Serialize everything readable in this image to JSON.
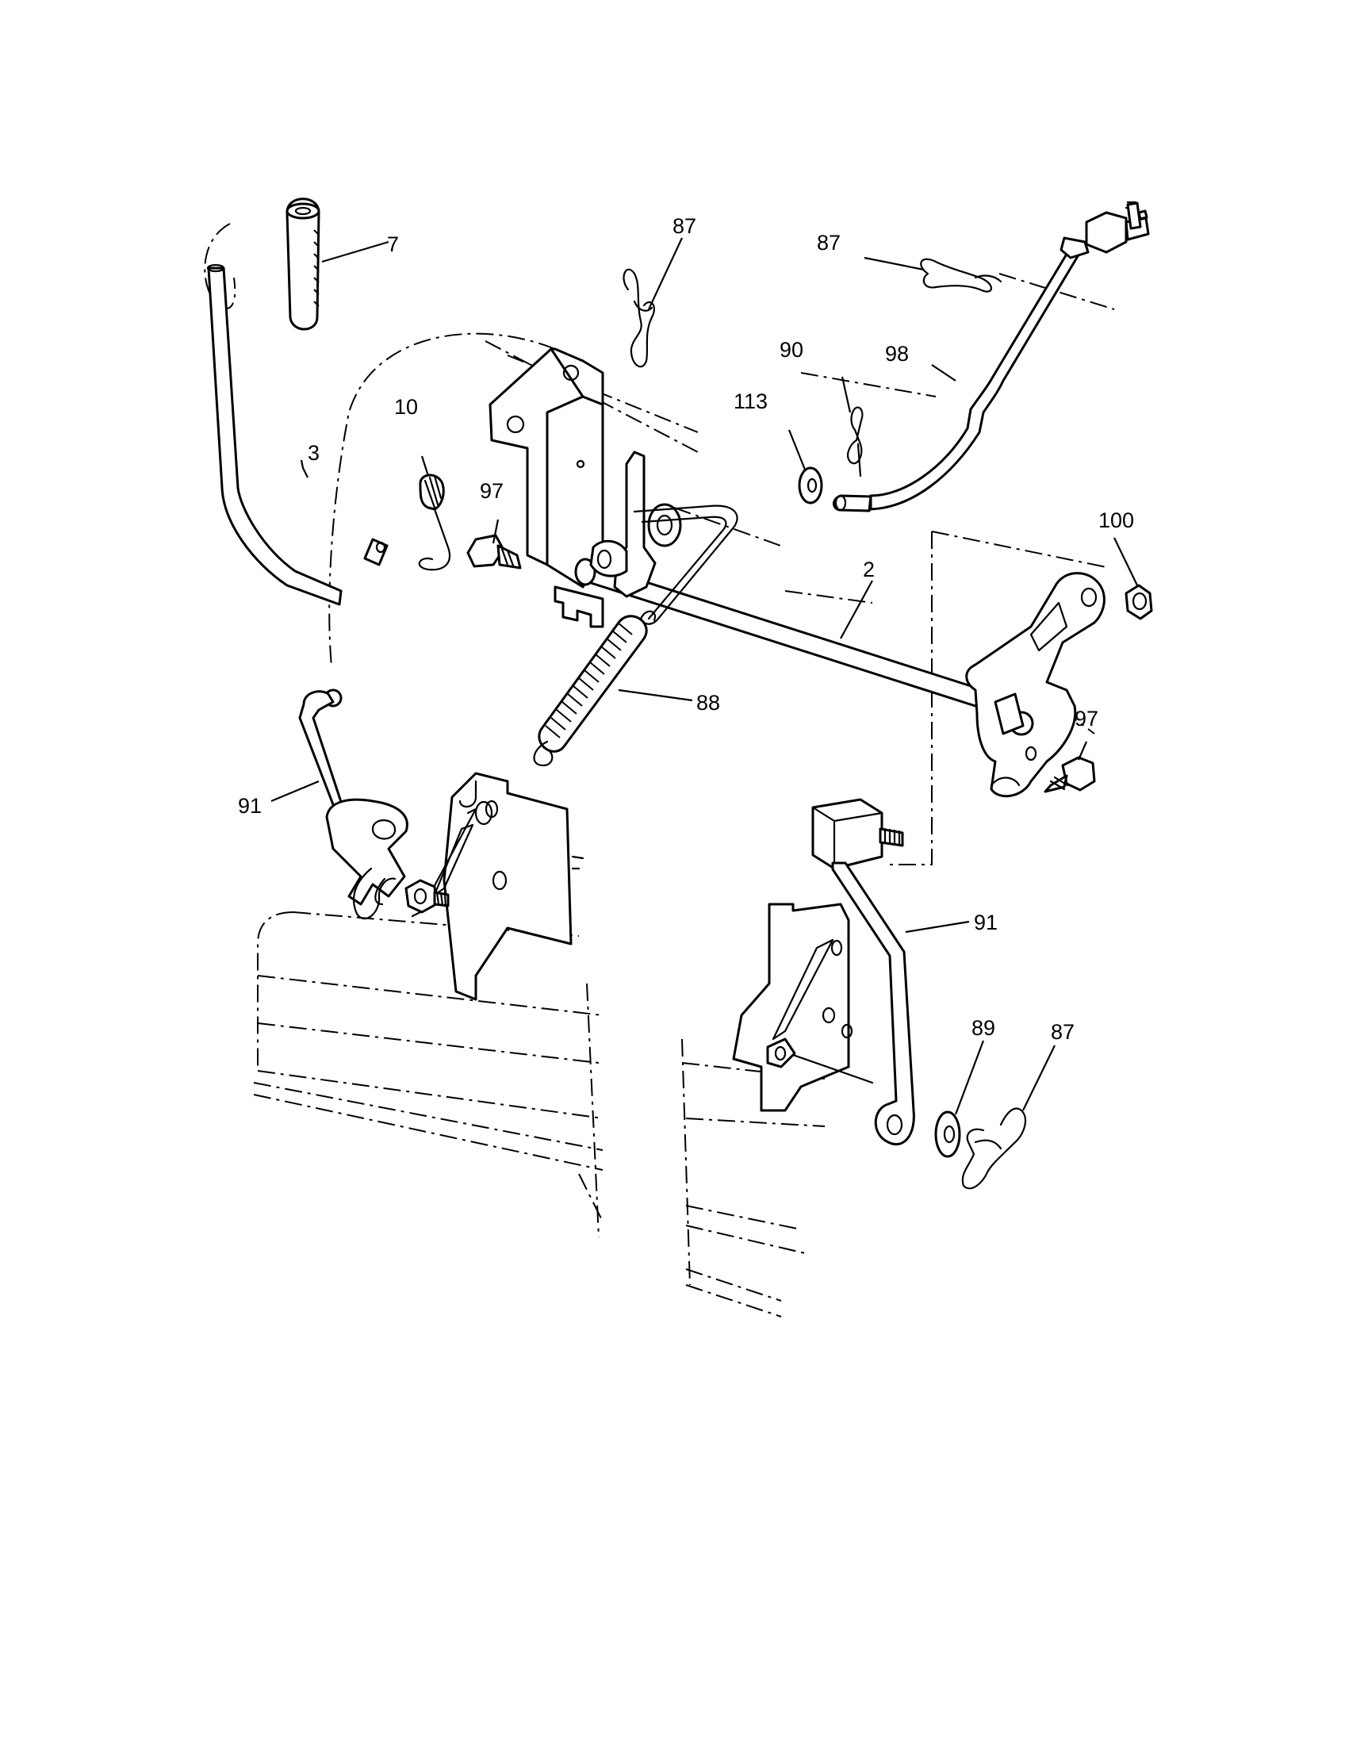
{
  "callouts": {
    "c7": "7",
    "c3": "3",
    "c10": "10",
    "c97a": "97",
    "c87a": "87",
    "c87b": "87",
    "c90": "90",
    "c113": "113",
    "c98": "98",
    "c100": "100",
    "c2": "2",
    "c88": "88",
    "c97b": "97",
    "c91a": "91",
    "c91b": "91",
    "c89": "89",
    "c87c": "87"
  }
}
